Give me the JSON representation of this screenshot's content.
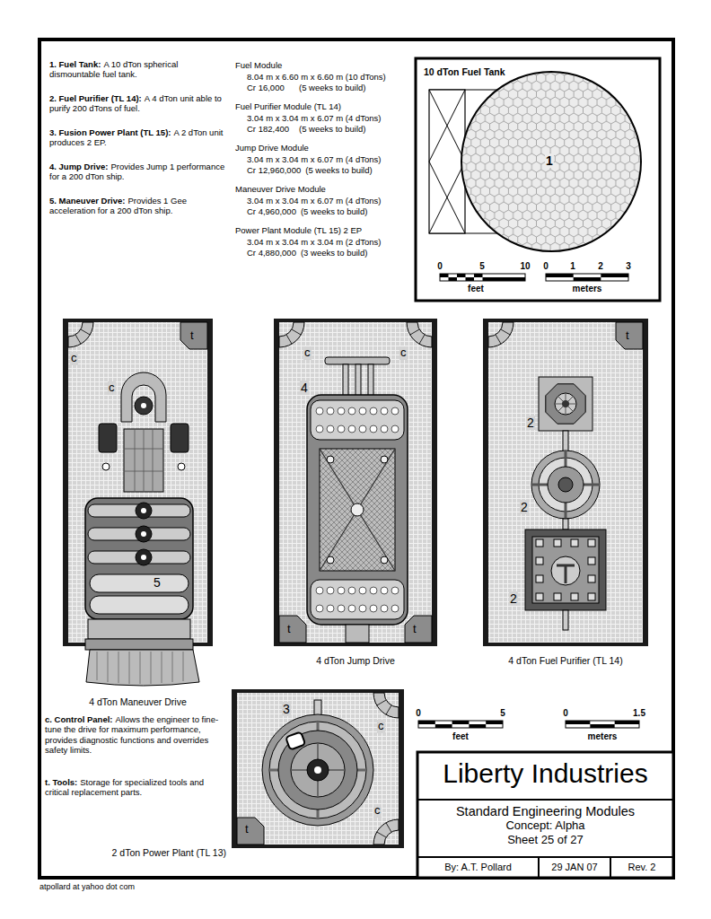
{
  "diagram": {
    "nodes": [
      {
        "text": [
          "10 dTon Fuel Tank"
        ]
      },
      {
        "text": [
          "1"
        ],
        "in": 0
      },
      {
        "text": [
          "4 dTon Maneuver Drive",
          "c",
          "c",
          "t",
          "5"
        ]
      },
      {
        "text": [
          "4 dTon Jump Drive",
          "c",
          "c",
          "4",
          "t",
          "t"
        ]
      },
      {
        "text": [
          "4 dTon Fuel Purifier (TL 14)",
          "t",
          "2",
          "2",
          "2"
        ]
      },
      {
        "text": [
          "2 dTon Power Plant (TL 13)",
          "3",
          "c",
          "t",
          "c"
        ]
      },
      {
        "text": [
          "Liberty Industries",
          "Standard Engineering Modules",
          "Concept: Alpha",
          "Sheet 25 of 27"
        ]
      },
      {
        "text": [
          "By: A.T. Pollard"
        ],
        "in": 6
      },
      {
        "text": [
          "29 JAN 07"
        ],
        "in": 6
      },
      {
        "text": [
          "Rev. 2"
        ],
        "in": 6
      }
    ],
    "labels": [
      "1. Fuel Tank:",
      "A 10 dTon spherical dismountable fuel tank.",
      "2. Fuel Purifier (TL 14):",
      "A 4 dTon unit able to purify 200 dTons of fuel.",
      "3. Fusion Power Plant (TL 15):",
      "A 2 dTon unit produces 2 EP.",
      "4. Jump Drive:",
      "Provides Jump 1 performance for a 200 dTon ship.",
      "5. Maneuver Drive:",
      "Provides 1 Gee acceleration for a 200 dTon ship.",
      "Fuel Module",
      "8.04 m x 6.60 m x 6.60 m (10 dTons)",
      "Cr 16,000",
      "(5 weeks to build)",
      "Fuel Purifier Module (TL 14)",
      "3.04 m x 3.04 m x 6.07 m (4 dTons)",
      "Cr 182,400",
      "(5 weeks to build)",
      "Jump Drive Module",
      "3.04 m x 3.04 m x 6.07 m (4 dTons)",
      "Cr 12,960,000",
      "(5 weeks to build)",
      "Maneuver Drive Module",
      "3.04 m x 3.04 m x 6.07 m (4 dTons)",
      "Cr 4,960,000",
      "(5 weeks to build)",
      "Power Plant Module (TL 15) 2 EP",
      "3.04 m x 3.04 m x 3.04 m (2 dTons)",
      "Cr 4,880,000",
      "(3 weeks to build)",
      "0",
      "5",
      "10",
      "feet",
      "0",
      "1",
      "2",
      "3",
      "meters",
      "c. Control Panel:",
      "Allows the engineer to fine-tune the drive for maximum performance, provides diagnostic functions and overrides safety limits.",
      "t. Tools:",
      "Storage for specialized tools and critical replacement parts.",
      "0",
      "5",
      "feet",
      "0",
      "1.5",
      "meters",
      "atpollard at yahoo dot com"
    ]
  }
}
